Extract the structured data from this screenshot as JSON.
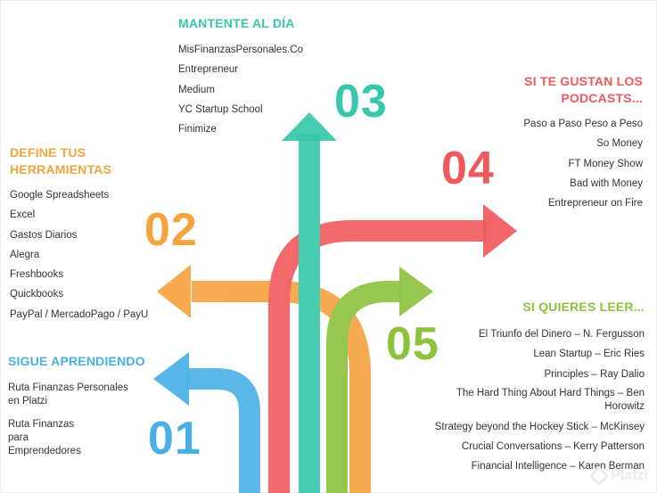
{
  "colors": {
    "blue": "#49b0e6",
    "orange": "#f6a33e",
    "red": "#f0595b",
    "teal": "#36c8a8",
    "green": "#8dc23f",
    "text": "#333333"
  },
  "sections": {
    "s01": {
      "number": "01",
      "heading": "SIGUE APRENDIENDO",
      "items": [
        "Ruta Finanzas Personales en Platzi",
        "Ruta Finanzas para Emprendedores"
      ]
    },
    "s02": {
      "number": "02",
      "heading_line1": "DEFINE TUS",
      "heading_line2": "HERRAMIENTAS",
      "items": [
        "Google Spreadsheets",
        "Excel",
        "Gastos Diarios",
        "Alegra",
        "Freshbooks",
        "Quickbooks",
        "PayPal / MercadoPago / PayU"
      ]
    },
    "s03": {
      "number": "03",
      "heading": "MANTENTE AL DÍA",
      "items": [
        "MisFinanzasPersonales.Co",
        "Entrepreneur",
        "Medium",
        "YC Startup School",
        "Finimize"
      ]
    },
    "s04": {
      "number": "04",
      "heading_line1": "SI TE GUSTAN LOS",
      "heading_line2": "PODCASTS...",
      "items": [
        "Paso a Paso Peso a Peso",
        "So Money",
        "FT Money Show",
        "Bad with Money",
        "Entrepreneur on Fire"
      ]
    },
    "s05": {
      "number": "05",
      "heading": "SI QUIERES LEER...",
      "items": [
        "El Triunfo del Dinero – N. Fergusson",
        "Lean Startup – Eric Ries",
        "Principles – Ray Dalio",
        "The Hard Thing About Hard Things – Ben Horowitz",
        "Strategy beyond the Hockey Stick – McKinsey",
        "Crucial Conversations – Kerry Patterson",
        "Financial Intelligence – Karen Berman"
      ]
    }
  },
  "watermark": "Platzi"
}
